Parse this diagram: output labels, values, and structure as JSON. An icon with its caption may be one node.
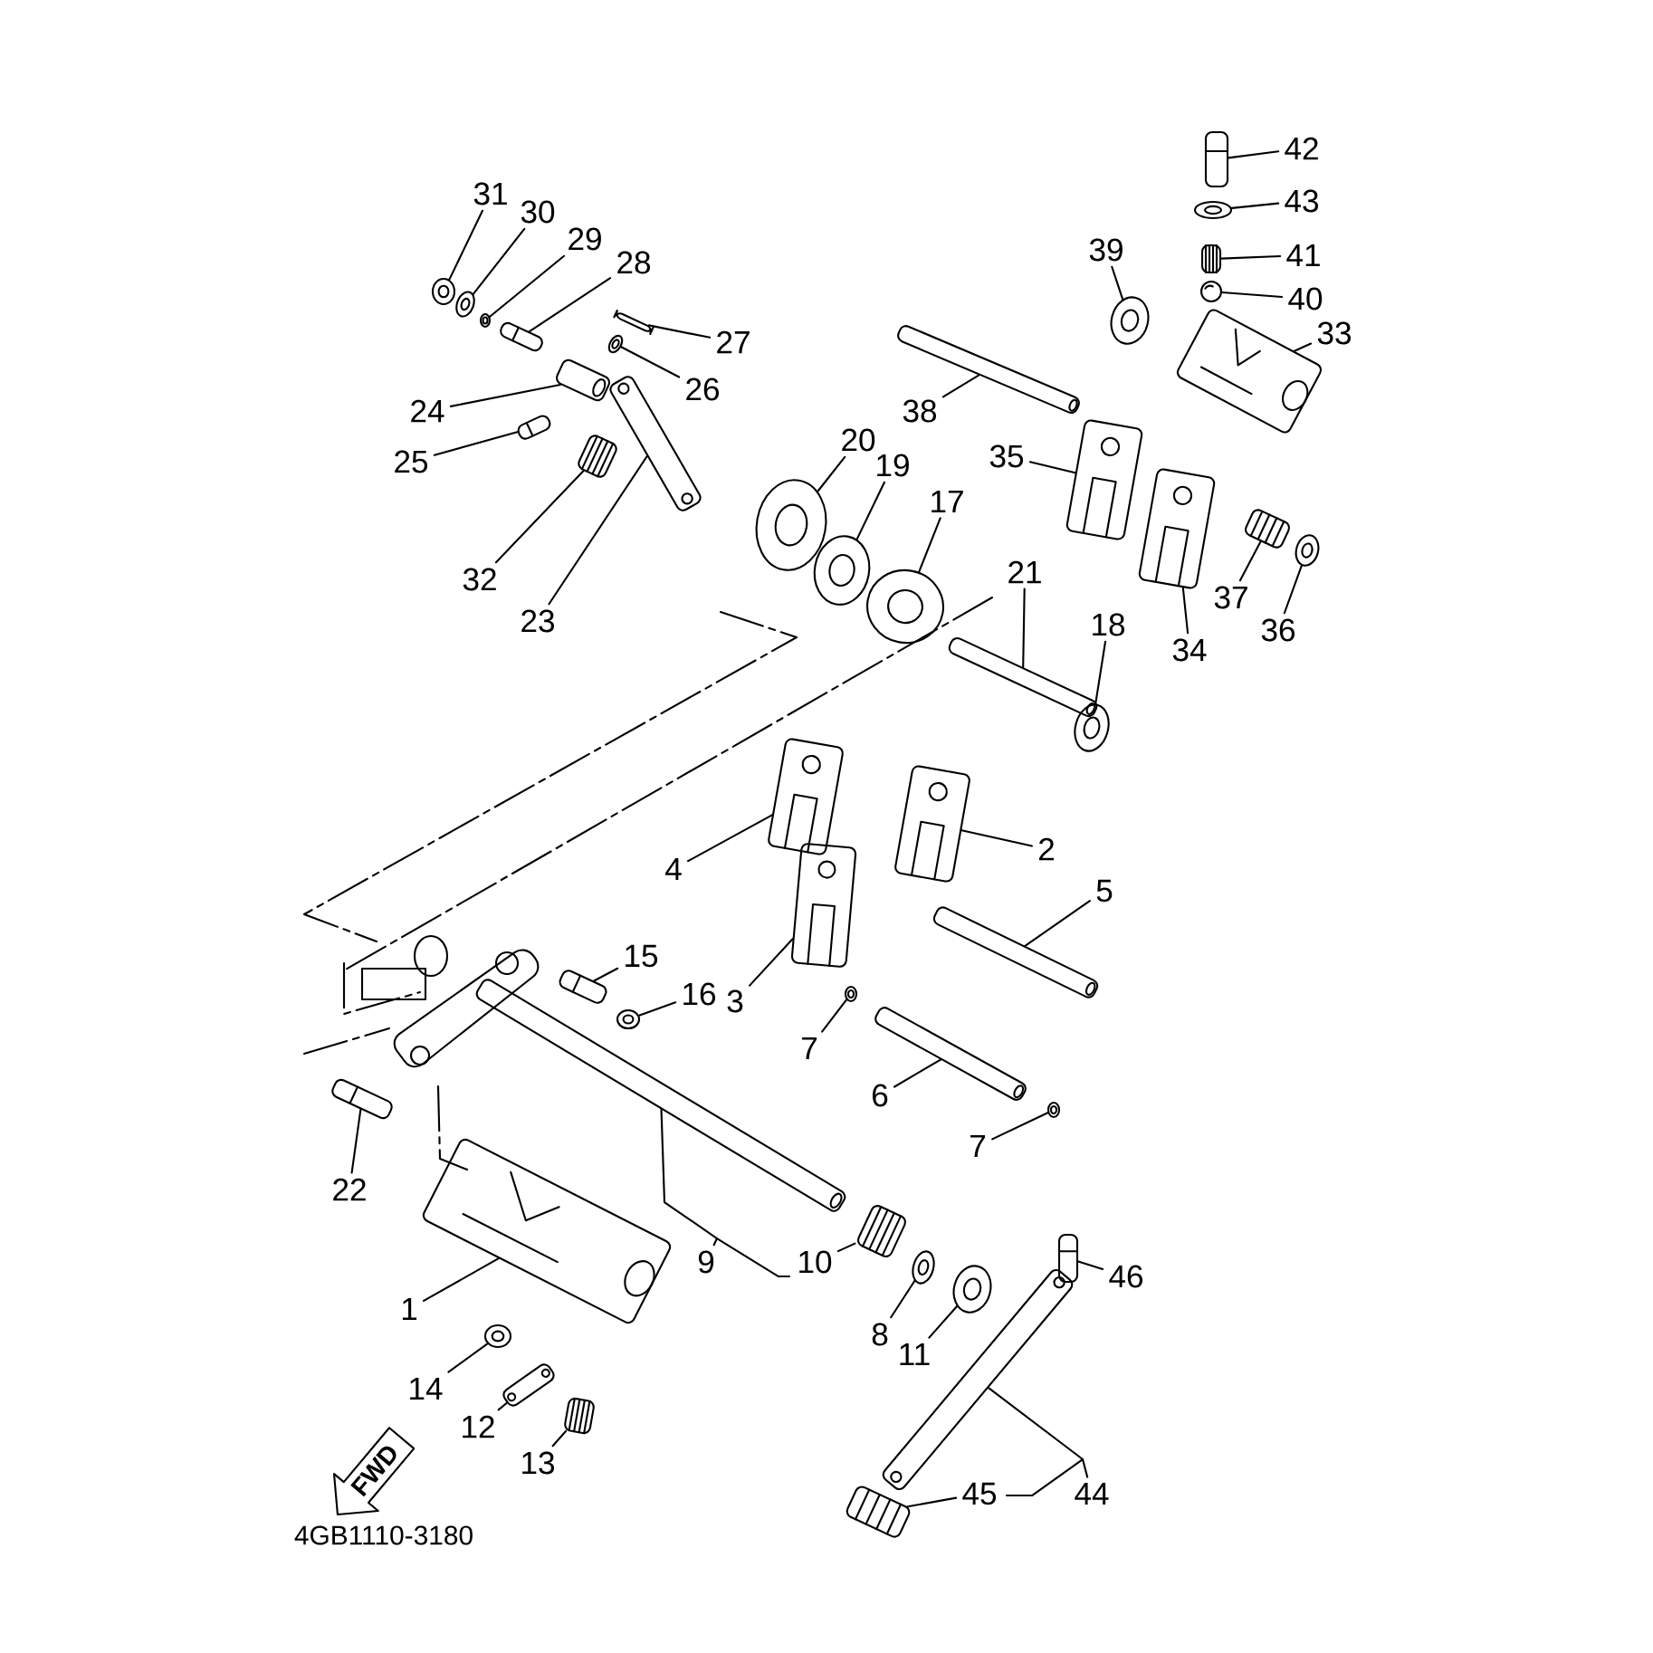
{
  "diagram": {
    "nodes": [
      {
        "text": [
          "42"
        ]
      },
      {
        "text": [
          "31"
        ]
      },
      {
        "text": [
          "43"
        ]
      },
      {
        "text": [
          "30"
        ]
      },
      {
        "text": [
          "29"
        ]
      },
      {
        "text": [
          "39"
        ]
      },
      {
        "text": [
          "41"
        ]
      },
      {
        "text": [
          "28"
        ]
      },
      {
        "text": [
          "40"
        ]
      },
      {
        "text": [
          "33"
        ]
      },
      {
        "text": [
          "27"
        ]
      },
      {
        "text": [
          "26"
        ]
      },
      {
        "text": [
          "24"
        ]
      },
      {
        "text": [
          "38"
        ]
      },
      {
        "text": [
          "20"
        ]
      },
      {
        "text": [
          "35"
        ]
      },
      {
        "text": [
          "25"
        ]
      },
      {
        "text": [
          "19"
        ]
      },
      {
        "text": [
          "17"
        ]
      },
      {
        "text": [
          "21"
        ]
      },
      {
        "text": [
          "32"
        ]
      },
      {
        "text": [
          "37"
        ]
      },
      {
        "text": [
          "23"
        ]
      },
      {
        "text": [
          "18"
        ]
      },
      {
        "text": [
          "36"
        ]
      },
      {
        "text": [
          "34"
        ]
      },
      {
        "text": [
          "2"
        ]
      },
      {
        "text": [
          "4"
        ]
      },
      {
        "text": [
          "5"
        ]
      },
      {
        "text": [
          "15"
        ]
      },
      {
        "text": [
          "16"
        ]
      },
      {
        "text": [
          "3"
        ]
      },
      {
        "text": [
          "7"
        ]
      },
      {
        "text": [
          "6"
        ]
      },
      {
        "text": [
          "7"
        ]
      },
      {
        "text": [
          "22"
        ]
      },
      {
        "text": [
          "9"
        ]
      },
      {
        "text": [
          "10"
        ]
      },
      {
        "text": [
          "46"
        ]
      },
      {
        "text": [
          "1"
        ]
      },
      {
        "text": [
          "8"
        ]
      },
      {
        "text": [
          "11"
        ]
      },
      {
        "text": [
          "14"
        ]
      },
      {
        "text": [
          "12"
        ]
      },
      {
        "text": [
          "13"
        ]
      },
      {
        "text": [
          "45"
        ]
      },
      {
        "text": [
          "44"
        ]
      },
      {
        "text": [],
        "shape": "picture"
      },
      {
        "text": [],
        "shape": "picture"
      },
      {
        "text": [],
        "shape": "picture"
      },
      {
        "text": [],
        "shape": "picture"
      },
      {
        "text": [],
        "shape": "picture"
      },
      {
        "text": [],
        "shape": "picture"
      },
      {
        "text": [],
        "shape": "picture"
      },
      {
        "text": [],
        "shape": "picture"
      },
      {
        "text": [],
        "shape": "picture"
      },
      {
        "text": [],
        "shape": "picture"
      },
      {
        "text": [],
        "shape": "picture"
      },
      {
        "text": [],
        "shape": "picture"
      },
      {
        "text": [],
        "shape": "picture"
      },
      {
        "text": [],
        "shape": "picture"
      },
      {
        "text": [],
        "shape": "picture"
      },
      {
        "text": [],
        "shape": "picture"
      },
      {
        "text": [],
        "shape": "picture"
      },
      {
        "text": [],
        "shape": "picture"
      },
      {
        "text": [],
        "shape": "picture"
      },
      {
        "text": [],
        "shape": "picture"
      },
      {
        "text": [],
        "shape": "picture"
      },
      {
        "text": [],
        "shape": "picture"
      },
      {
        "text": [],
        "shape": "picture"
      },
      {
        "text": [],
        "shape": "picture"
      },
      {
        "text": [],
        "shape": "picture"
      },
      {
        "text": [],
        "shape": "picture"
      },
      {
        "text": [],
        "shape": "picture"
      },
      {
        "text": [],
        "shape": "picture"
      },
      {
        "text": [],
        "shape": "picture"
      },
      {
        "text": [],
        "shape": "picture"
      },
      {
        "text": [],
        "shape": "picture"
      },
      {
        "text": [],
        "shape": "picture"
      },
      {
        "text": [],
        "shape": "picture"
      },
      {
        "text": [],
        "shape": "picture"
      },
      {
        "text": [],
        "shape": "picture"
      },
      {
        "text": [],
        "shape": "picture"
      },
      {
        "text": [],
        "shape": "picture"
      },
      {
        "text": [],
        "shape": "picture"
      },
      {
        "text": [],
        "shape": "picture"
      },
      {
        "text": [],
        "shape": "picture"
      },
      {
        "text": [],
        "shape": "picture"
      },
      {
        "text": [],
        "shape": "picture"
      },
      {
        "text": [],
        "shape": "picture"
      },
      {
        "text": [],
        "shape": "picture"
      },
      {
        "text": [],
        "shape": "picture"
      },
      {
        "text": [],
        "shape": "picture"
      },
      {
        "text": [],
        "shape": "picture"
      },
      {
        "text": [
          "FWD"
        ]
      }
    ],
    "edges": [
      {
        "from": 0,
        "to": 47,
        "arrow": "none"
      },
      {
        "from": 1,
        "to": 48,
        "arrow": "none"
      },
      {
        "from": 2,
        "to": 49,
        "arrow": "none"
      },
      {
        "from": 3,
        "to": 50,
        "arrow": "none"
      },
      {
        "from": 4,
        "to": 51,
        "arrow": "none"
      },
      {
        "from": 5,
        "to": 52,
        "arrow": "none"
      },
      {
        "from": 6,
        "to": 53,
        "arrow": "none"
      },
      {
        "from": 7,
        "to": 54,
        "arrow": "none"
      },
      {
        "from": 8,
        "to": 55,
        "arrow": "none"
      },
      {
        "from": 9,
        "to": 56,
        "arrow": "none"
      },
      {
        "from": 10,
        "to": 57,
        "arrow": "none"
      },
      {
        "from": 11,
        "to": 58,
        "arrow": "none"
      },
      {
        "from": 12,
        "to": 59,
        "arrow": "none"
      },
      {
        "from": 13,
        "to": 60,
        "arrow": "none"
      },
      {
        "from": 14,
        "to": 61,
        "arrow": "none"
      },
      {
        "from": 15,
        "to": 62,
        "arrow": "none"
      },
      {
        "from": 16,
        "to": 63,
        "arrow": "none"
      },
      {
        "from": 17,
        "to": 64,
        "arrow": "none"
      },
      {
        "from": 18,
        "to": 65,
        "arrow": "none"
      },
      {
        "from": 19,
        "to": 66,
        "arrow": "none"
      },
      {
        "from": 20,
        "to": 67,
        "arrow": "none"
      },
      {
        "from": 21,
        "to": 68,
        "arrow": "none"
      },
      {
        "from": 22,
        "to": 69,
        "arrow": "none"
      },
      {
        "from": 23,
        "to": 70,
        "arrow": "none"
      },
      {
        "from": 24,
        "to": 71,
        "arrow": "none"
      },
      {
        "from": 25,
        "to": 72,
        "arrow": "none"
      },
      {
        "from": 26,
        "to": 73,
        "arrow": "none"
      },
      {
        "from": 27,
        "to": 74,
        "arrow": "none"
      },
      {
        "from": 28,
        "to": 75,
        "arrow": "none"
      },
      {
        "from": 29,
        "to": 76,
        "arrow": "none"
      },
      {
        "from": 30,
        "to": 77,
        "arrow": "none"
      },
      {
        "from": 31,
        "to": 78,
        "arrow": "none"
      },
      {
        "from": 32,
        "to": 79,
        "arrow": "none"
      },
      {
        "from": 33,
        "to": 80,
        "arrow": "none"
      },
      {
        "from": 34,
        "to": 81,
        "arrow": "none"
      },
      {
        "from": 35,
        "to": 82,
        "arrow": "none"
      },
      {
        "from": 36,
        "to": 83,
        "arrow": "none"
      },
      {
        "from": 37,
        "to": 84,
        "arrow": "none"
      },
      {
        "from": 38,
        "to": 85,
        "arrow": "none"
      },
      {
        "from": 39,
        "to": 86,
        "arrow": "none"
      },
      {
        "from": 40,
        "to": 87,
        "arrow": "none"
      },
      {
        "from": 41,
        "to": 88,
        "arrow": "none"
      },
      {
        "from": 42,
        "to": 89,
        "arrow": "none"
      },
      {
        "from": 43,
        "to": 90,
        "arrow": "none"
      },
      {
        "from": 44,
        "to": 91,
        "arrow": "none"
      },
      {
        "from": 45,
        "to": 92,
        "arrow": "none"
      },
      {
        "from": 46,
        "to": 93,
        "arrow": "none"
      }
    ],
    "labels": [
      "4GB1110-3180"
    ]
  }
}
